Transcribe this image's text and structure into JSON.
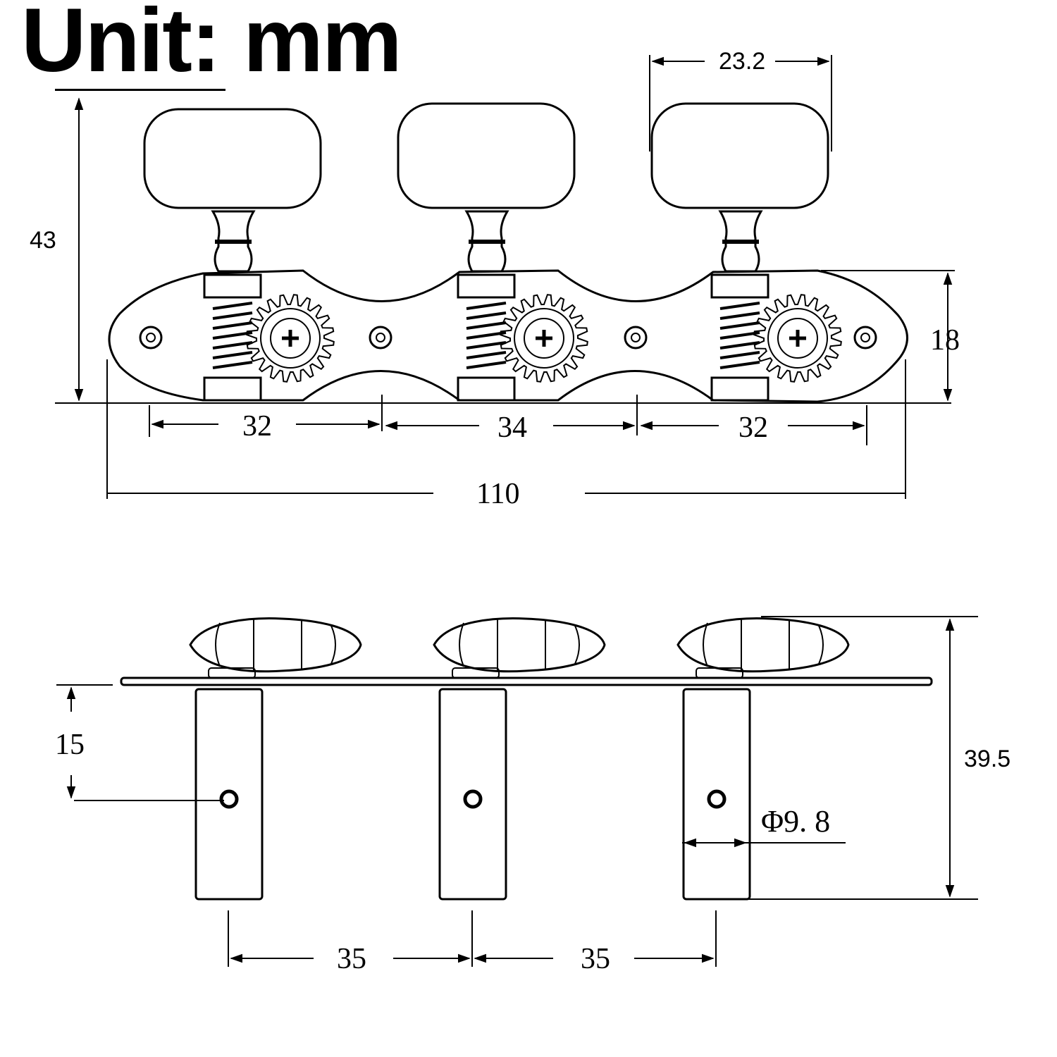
{
  "title": "Unit: mm",
  "top_view": {
    "height": "43",
    "knob_width": "23.2",
    "plate_height": "18",
    "spacing_left": "32",
    "spacing_middle": "34",
    "spacing_right": "32",
    "total_length": "110"
  },
  "side_view": {
    "string_hole_offset": "15",
    "total_height": "39.5",
    "roller_diameter": "Φ9. 8",
    "roller_spacing_left": "35",
    "roller_spacing_right": "35"
  }
}
